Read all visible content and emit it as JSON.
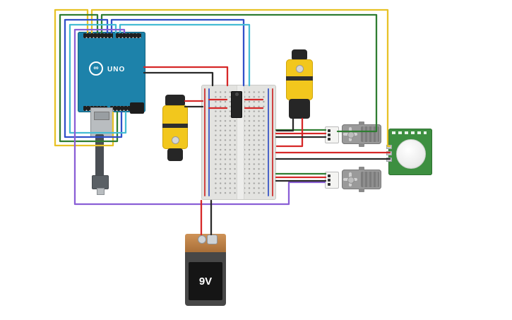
{
  "app": {
    "background": "#ffffff"
  },
  "components": {
    "arduino": {
      "name": "Arduino Uno",
      "label": "UNO",
      "logo": "∞",
      "board_color": "#1d82aa"
    },
    "breadboard": {
      "name": "Breadboard",
      "body_color": "#e3e3e0",
      "rail_red": "#d04242",
      "rail_blue": "#4a63c8"
    },
    "ic_chip": {
      "name": "DIP IC on breadboard",
      "color": "#242424"
    },
    "motor_left": {
      "name": "Hobby gear motor",
      "body_color": "#f2c71d"
    },
    "motor_top": {
      "name": "Hobby gear motor",
      "body_color": "#f2c71d"
    },
    "servo_top": {
      "name": "Micro servo",
      "body_color": "#9a9a9a"
    },
    "servo_bottom": {
      "name": "Micro servo",
      "body_color": "#9a9a9a"
    },
    "pir_sensor": {
      "name": "PIR motion sensor",
      "board_color": "#3d8f40"
    },
    "battery": {
      "name": "9V battery",
      "label": "9V",
      "top_color": "#b57a40",
      "body_color": "#474747"
    },
    "usb_cable": {
      "name": "USB cable"
    }
  },
  "wire_colors": {
    "yellow": "#e8c227",
    "green": "#2f7d32",
    "blue": "#3050c8",
    "cyan": "#45bcd4",
    "purple": "#8a5fd6",
    "red": "#d62828",
    "black": "#2a2a2a"
  }
}
